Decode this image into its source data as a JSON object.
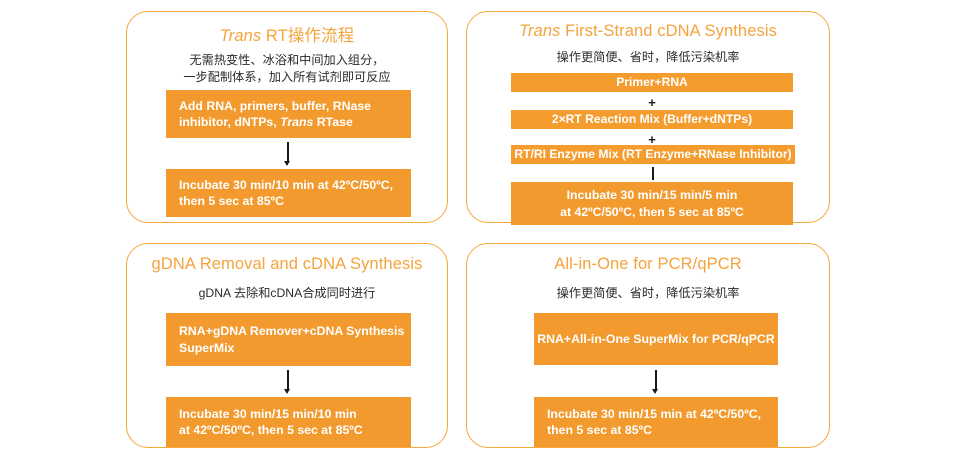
{
  "figure": {
    "background_color": "#ffffff",
    "accent_color": "#F5A33C",
    "box_color": "#F29A2E",
    "panel_border_color": "#F5A83C",
    "box_text_color": "#ffffff"
  },
  "panels": [
    {
      "id": "trans-rt-workflow",
      "title_italic": "Trans",
      "title_rest": " RT操作流程",
      "subtitle": "无需热变性、冰浴和中间加入组分，\n一步配制体系，加入所有试剂即可反应",
      "steps": [
        {
          "name": "reaction-setup",
          "line1": "Add RNA, primers, buffer, RNase",
          "line2_pre": "inhibitor, dNTPs, ",
          "line2_italic": "Trans",
          "line2_post": " RTase"
        },
        {
          "name": "incubation",
          "line1": "Incubate 30 min/10 min at 42ºC/50ºC,",
          "line2": "then 5 sec at 85ºC"
        }
      ]
    },
    {
      "id": "trans-first-strand-cdna-synthesis",
      "title_italic": "Trans",
      "title_rest": " First-Strand cDNA Synthesis",
      "subtitle": "操作更简便、省时，降低污染机率",
      "bars": [
        {
          "name": "primer-rna-bar",
          "label": "Primer+RNA"
        },
        {
          "name": "rt-reaction-mix-bar",
          "label": "2×RT Reaction Mix (Buffer+dNTPs)"
        },
        {
          "name": "rt-ri-enzyme-mix-bar",
          "label": "RT/RI Enzyme Mix (RT Enzyme+RNase Inhibitor)"
        }
      ],
      "plus_signs": [
        "+",
        "+"
      ],
      "steps": [
        {
          "name": "incubation",
          "line1": "Incubate 30 min/15 min/5 min",
          "line2": "at 42ºC/50ºC, then 5 sec at 85ºC"
        }
      ]
    },
    {
      "id": "gdna-removal-and-cdna-synthesis",
      "title_italic": "",
      "title_rest": "gDNA Removal and cDNA Synthesis",
      "subtitle": "gDNA 去除和cDNA合成同时进行",
      "steps": [
        {
          "name": "reaction-setup",
          "line1": "RNA+gDNA Remover+cDNA Synthesis",
          "line2": "SuperMix"
        },
        {
          "name": "incubation",
          "line1": "Incubate 30 min/15 min/10 min",
          "line2": "at 42ºC/50ºC, then 5 sec at 85ºC"
        }
      ]
    },
    {
      "id": "all-in-one-for-pcr-qpcr",
      "title_italic": "",
      "title_rest": "All-in-One for PCR/qPCR",
      "subtitle": "操作更简便、省时，降低污染机率",
      "steps": [
        {
          "name": "reaction-setup",
          "line1": "RNA+All-in-One SuperMix for PCR/qPCR",
          "line2": ""
        },
        {
          "name": "incubation",
          "line1": "Incubate 30 min/15 min at 42ºC/50ºC,",
          "line2": "then 5 sec at 85ºC"
        }
      ]
    }
  ]
}
